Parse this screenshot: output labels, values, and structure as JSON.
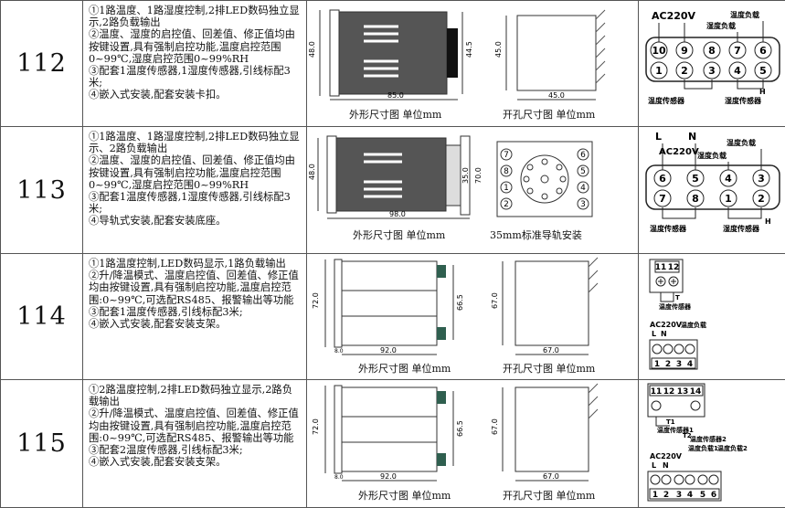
{
  "rows": [
    {
      "id": "112",
      "lines": [
        "①1路温度、1路湿度控制,2排LED数码独立显示,2路负载输出",
        "②温度、湿度的启控值、回差值、修正值均由按键设置,具有强制启控功能,温度启控范围0~99℃,湿度启控范围0~99%RH",
        "③配套1温度传感器,1湿度传感器,引线标配3米;",
        "④嵌入式安装,配套安装卡扣。"
      ],
      "outline_dims": {
        "h": "48.0",
        "h2": "44.5",
        "w": "85.0"
      },
      "cutout_dims": {
        "h": "45.0",
        "w": "45.0"
      },
      "outline_caption": "外形尺寸图 单位mm",
      "cutout_caption": "开孔尺寸图 单位mm",
      "wiring": {
        "supply": "AC220V",
        "load1": "温度负载",
        "load2": "湿度负载",
        "terminals_top": [
          "10",
          "9",
          "8",
          "7",
          "6"
        ],
        "terminals_bottom": [
          "1",
          "2",
          "3",
          "4",
          "5"
        ],
        "sensor1": "温度传感器",
        "sensor2": "湿度传感器",
        "h": "H"
      }
    },
    {
      "id": "113",
      "lines": [
        "①1路温度、1路湿度控制,2排LED数码独立显示、2路负载输出",
        "②温度、湿度的启控值、回差值、修正值均由按键设置,具有强制启控功能,温度启控范围0~99℃,湿度启控范围0~99%RH",
        "③配套1温度传感器,1湿度传感器,引线标配3米;",
        "④导轨式安装,配套安装底座。"
      ],
      "outline_dims": {
        "h": "48.0",
        "h2": "35.0",
        "h3": "70.0",
        "w": "98.0"
      },
      "outline_caption": "外形尺寸图 单位mm",
      "cutout_caption": "35mm标准导轨安装",
      "socket_labels": [
        "7",
        "6",
        "5",
        "4",
        "3",
        "2",
        "1",
        "8"
      ],
      "wiring": {
        "l": "L",
        "n": "N",
        "supply": "AC220V",
        "load1": "温度负载",
        "load2": "湿度负载",
        "terminals_top": [
          "6",
          "5",
          "4",
          "3"
        ],
        "terminals_bottom": [
          "7",
          "8",
          "1",
          "2"
        ],
        "sensor1": "温度传感器",
        "sensor2": "湿度传感器",
        "h": "H"
      }
    },
    {
      "id": "114",
      "lines": [
        "①1路温度控制,LED数码显示,1路负载输出",
        "②升/降温模式、温度启控值、回差值、修正值均由按键设置,具有强制启控功能,温度启控范围:0~99℃,可选配RS485、报警输出等功能",
        "③配套1温度传感器,引线标配3米;",
        "④嵌入式安装,配套安装支架。"
      ],
      "outline_dims": {
        "h": "72.0",
        "h2": "66.5",
        "w": "92.0",
        "t": "8.0"
      },
      "cutout_dims": {
        "h": "67.0",
        "w": "67.0"
      },
      "outline_caption": "外形尺寸图 单位mm",
      "cutout_caption": "开孔尺寸图 单位mm",
      "wiring": {
        "terminals_sensor": [
          "11",
          "12"
        ],
        "t": "T",
        "sensor": "温度传感器",
        "supply": "AC220V",
        "load": "温度负载",
        "l": "L",
        "n": "N",
        "terminals": [
          "1",
          "2",
          "3",
          "4"
        ]
      }
    },
    {
      "id": "115",
      "lines": [
        "①2路温度控制,2排LED数码独立显示,2路负载输出",
        "②升/降温模式、温度启控值、回差值、修正值均由按键设置,具有强制启控功能,温度启控范围:0~99℃,可选配RS485、报警输出等功能",
        "③配套2温度传感器,引线标配3米;",
        "④嵌入式安装,配套安装支架。"
      ],
      "outline_dims": {
        "h": "72.0",
        "h2": "66.5",
        "w": "92.0",
        "t": "8.0"
      },
      "cutout_dims": {
        "h": "67.0",
        "w": "67.0"
      },
      "outline_caption": "外形尺寸图 单位mm",
      "cutout_caption": "开孔尺寸图 单位mm",
      "wiring": {
        "terminals_sensor": [
          "11",
          "12",
          "13",
          "14"
        ],
        "t1": "T1",
        "t2": "T2",
        "sensor1": "温度传感器1",
        "sensor2": "温度传感器2",
        "load1": "温度负载1",
        "load2": "温度负载2",
        "supply": "AC220V",
        "l": "L",
        "n": "N",
        "terminals": [
          "1",
          "2",
          "3",
          "4",
          "5",
          "6"
        ]
      }
    }
  ]
}
